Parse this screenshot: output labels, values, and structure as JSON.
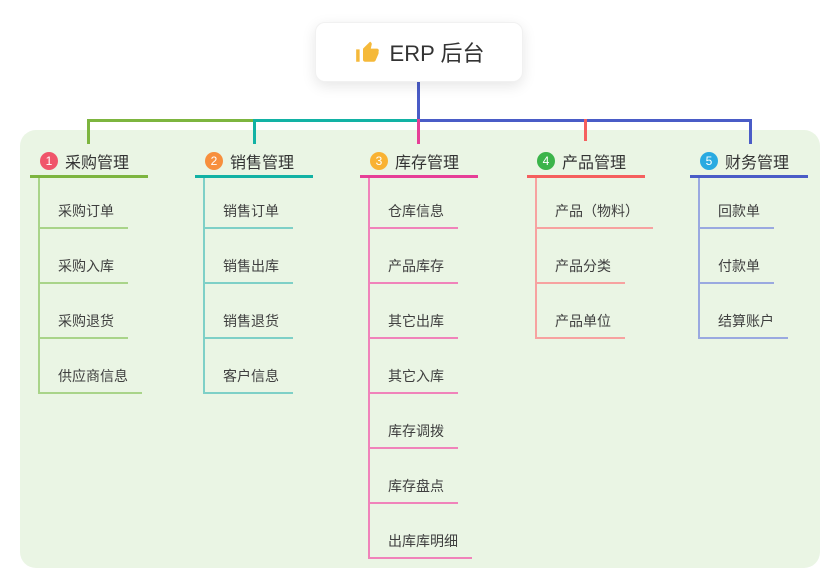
{
  "root": {
    "label": "ERP 后台",
    "icon": "thumbs-up",
    "line_color": "#4a5cc7",
    "icon_color": "#f5b93a"
  },
  "panel": {
    "bg_color": "#eaf5e4"
  },
  "branches": [
    {
      "num": "1",
      "label": "采购管理",
      "badge_color": "#f0556a",
      "line_color": "#7db53f",
      "light_color": "#a9d489",
      "children": [
        "采购订单",
        "采购入库",
        "采购退货",
        "供应商信息"
      ]
    },
    {
      "num": "2",
      "label": "销售管理",
      "badge_color": "#f78f3d",
      "line_color": "#12b2a4",
      "light_color": "#7ed0c7",
      "children": [
        "销售订单",
        "销售出库",
        "销售退货",
        "客户信息"
      ]
    },
    {
      "num": "3",
      "label": "库存管理",
      "badge_color": "#f9b233",
      "line_color": "#e63f97",
      "light_color": "#f083ba",
      "children": [
        "仓库信息",
        "产品库存",
        "其它出库",
        "其它入库",
        "库存调拨",
        "库存盘点",
        "出库库明细"
      ]
    },
    {
      "num": "4",
      "label": "产品管理",
      "badge_color": "#3bb44a",
      "line_color": "#f55f5e",
      "light_color": "#f7a2a0",
      "children": [
        "产品（物料）",
        "产品分类",
        "产品单位"
      ]
    },
    {
      "num": "5",
      "label": "财务管理",
      "badge_color": "#29aae1",
      "line_color": "#4a5cc7",
      "light_color": "#9aa9e0",
      "children": [
        "回款单",
        "付款单",
        "结算账户"
      ]
    }
  ]
}
